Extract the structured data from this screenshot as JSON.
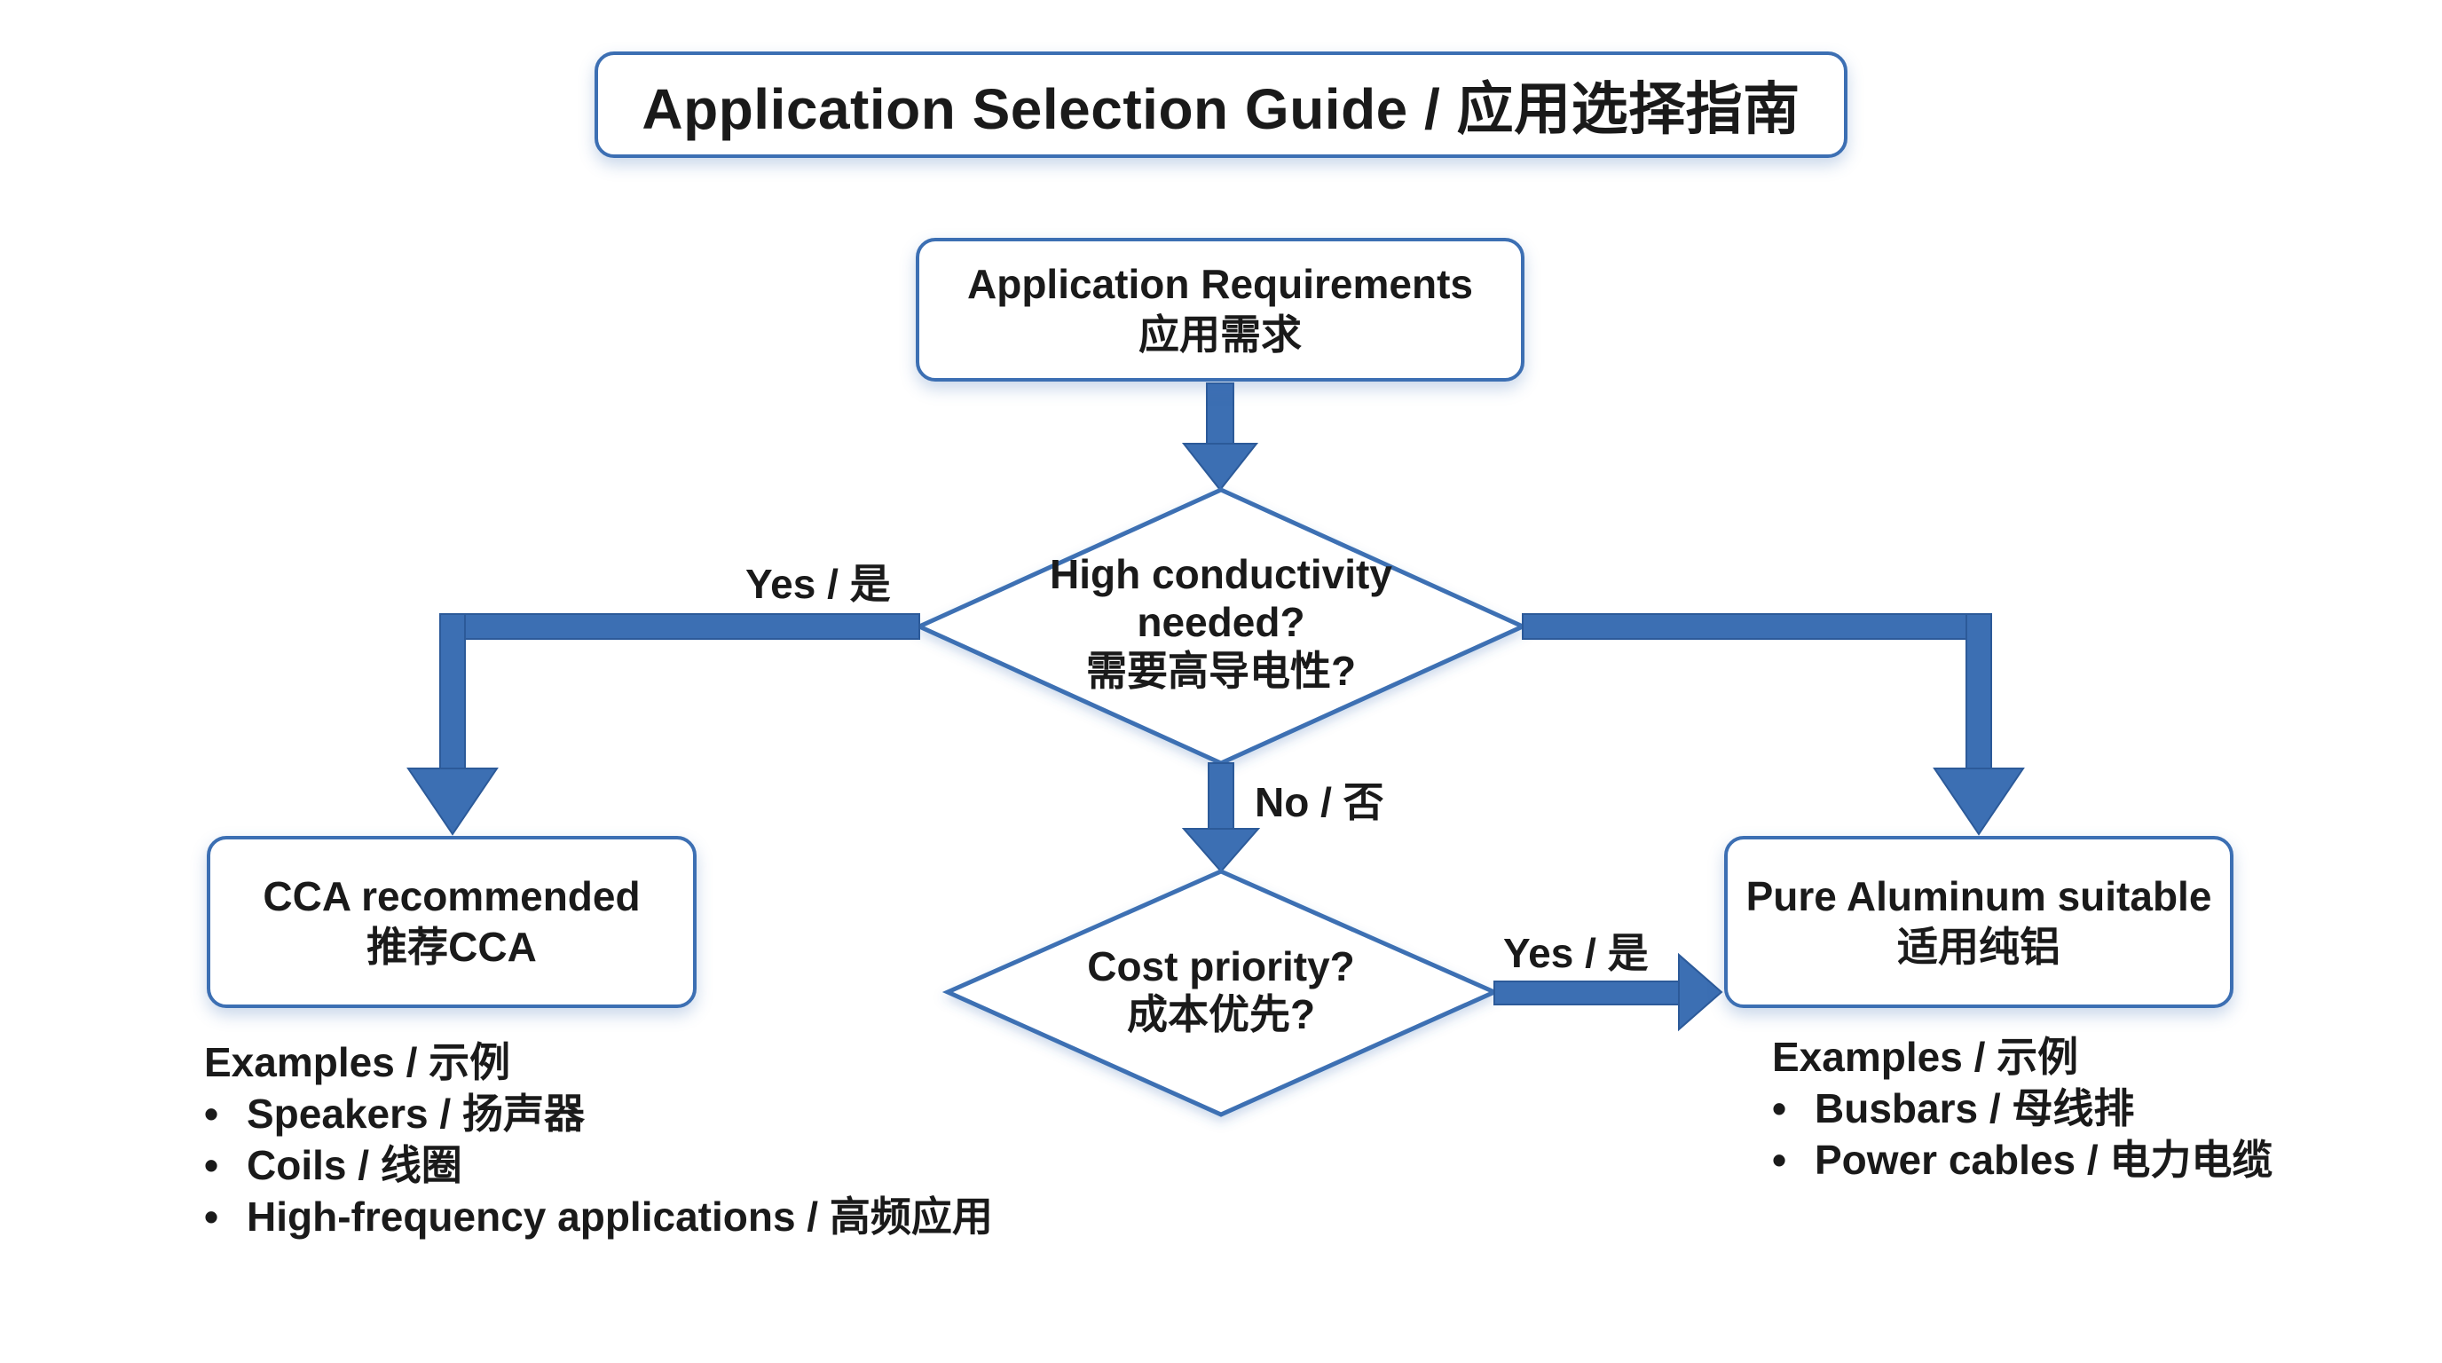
{
  "title": "Application Selection Guide / 应用选择指南",
  "nodes": {
    "requirements": {
      "line1": "Application Requirements",
      "line2": "应用需求"
    },
    "decision_conductivity": {
      "line1": "High conductivity",
      "line2": "needed?",
      "line3": "需要高导电性?"
    },
    "decision_cost": {
      "line1": "Cost priority?",
      "line2": "成本优先?"
    },
    "cca": {
      "line1": "CCA recommended",
      "line2": "推荐CCA"
    },
    "pure_aluminum": {
      "line1": "Pure Aluminum suitable",
      "line2": "适用纯铝"
    }
  },
  "edge_labels": {
    "yes_left": "Yes / 是",
    "no_down": "No / 否",
    "yes_right": "Yes / 是"
  },
  "examples_left": {
    "title": "Examples / 示例",
    "items": [
      "Speakers / 扬声器",
      "Coils / 线圈",
      "High-frequency applications / 高频应用"
    ]
  },
  "examples_right": {
    "title": "Examples / 示例",
    "items": [
      "Busbars / 母线排",
      "Power cables / 电力电缆"
    ]
  },
  "bullet": "•",
  "colors": {
    "border": "#3c6fb3",
    "arrow_fill": "#3c6fb3",
    "text": "#1a1a1a"
  }
}
